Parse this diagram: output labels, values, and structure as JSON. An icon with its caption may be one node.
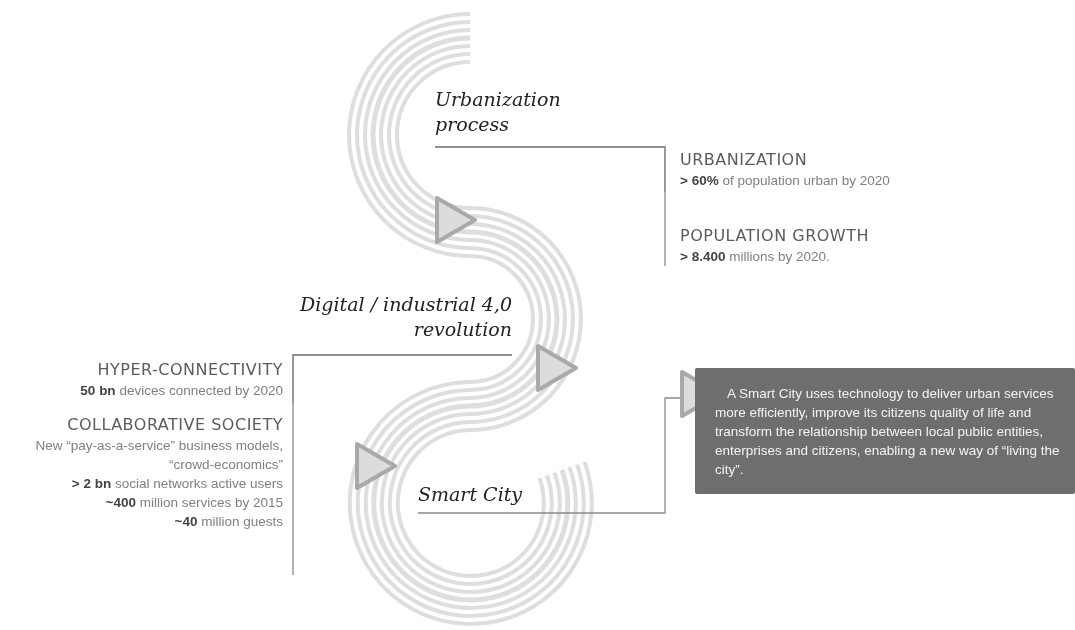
{
  "diagram": {
    "nodes": [
      {
        "text": [
          "Urbanization process"
        ]
      },
      {
        "text": [
          "URBANIZATION",
          "**> 60%** of population urban by 2020"
        ]
      },
      {
        "text": [
          "POPULATION GROWTH",
          "**> 8.400** millions by 2020."
        ]
      },
      {
        "text": [
          "Digital / industrial 4,0 revolution"
        ]
      },
      {
        "text": [
          "HYPER-CONNECTIVITY",
          "**50 bn** devices connected by 2020"
        ]
      },
      {
        "text": [
          "COLLABORATIVE SOCIETY",
          "New “pay-as-a-service” business models, “crowd-economics”",
          "**> 2 bn** social networks active users",
          "**~400** million services by 2015",
          "**~40** million guests"
        ]
      },
      {
        "text": [
          "Smart City"
        ]
      },
      {
        "text": [
          "A Smart City uses technology to deliver urban services more efficiently, improve its citizens quality of life and transform the relationship between local public entities, enterprises and citizens, enabling a new way of “living the city”."
        ]
      }
    ],
    "edges": [
      {
        "from": 0,
        "to": 1,
        "arrow": "none"
      },
      {
        "from": 0,
        "to": 2,
        "arrow": "none"
      },
      {
        "from": 3,
        "to": 4,
        "arrow": "none"
      },
      {
        "from": 3,
        "to": 5,
        "arrow": "none"
      },
      {
        "from": 6,
        "to": 7,
        "arrow": "none"
      }
    ]
  }
}
